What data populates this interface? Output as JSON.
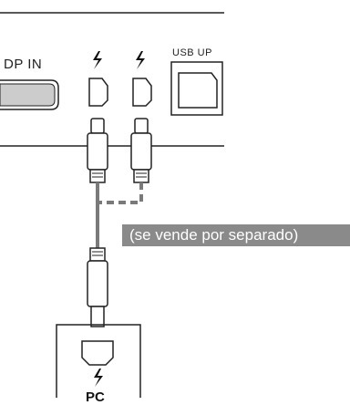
{
  "ports": {
    "dp_in_label": "DP IN",
    "usb_up_label": "USB UP"
  },
  "cable_note": "(se vende por separado)",
  "device": {
    "label": "PC"
  },
  "icons": [
    "thunderbolt-icon",
    "usb-c-port-icon",
    "usb-b-port-icon",
    "displayport-icon",
    "usb-c-plug-icon"
  ],
  "colors": {
    "line": "#222222",
    "port_fill": "#cccccc",
    "cable_gray": "#7a7a7a",
    "caption_bg": "#8a8a8a"
  }
}
